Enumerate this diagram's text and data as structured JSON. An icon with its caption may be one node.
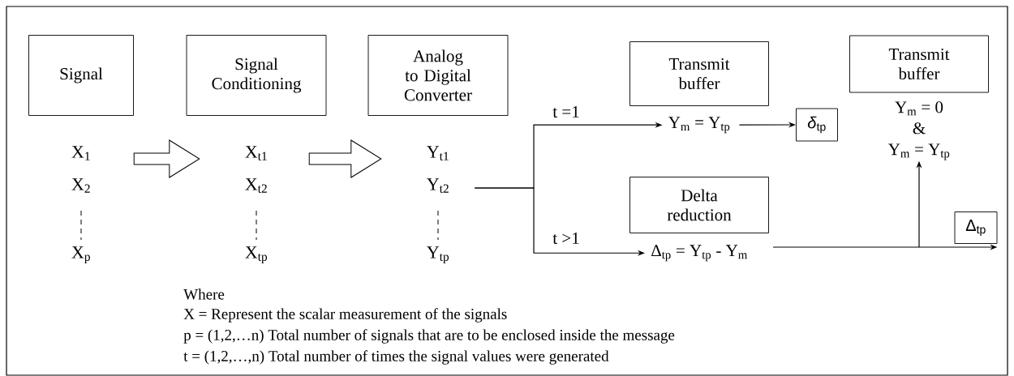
{
  "diagram": {
    "nodes": [
      {
        "text": [
          "Signal"
        ]
      },
      {
        "text": [
          "Signal Conditioning"
        ]
      },
      {
        "text": [
          "Analog to Digital Converter"
        ]
      },
      {
        "text": [
          "X$_{1}$",
          "X$_{2}$",
          "X$_{p}$"
        ]
      },
      {
        "text": [
          "X$_{t1}$",
          "X$_{t2}$",
          "X$_{tp}$"
        ]
      },
      {
        "text": [
          "Y$_{t1}$",
          "Y$_{t2}$",
          "Y$_{tp}$"
        ]
      },
      {
        "text": [
          "Transmit buffer"
        ],
        "beside": [
          "Y$_{m}$ = Y$_{tp}$"
        ]
      },
      {
        "text": [
          "*δ*$_{tp}$"
        ]
      },
      {
        "text": [
          "Delta reduction"
        ],
        "beside": [
          "Δ$_{tp}$ = Y$_{tp}$ - Y$_{m}$"
        ]
      },
      {
        "text": [
          "Transmit buffer"
        ],
        "beside": [
          "Y$_{m}$ = 0",
          "&",
          "Y$_{m}$ = Y$_{tp}$"
        ]
      },
      {
        "text": [
          "Δ$_{tp}$"
        ]
      }
    ],
    "edges": [
      {
        "from": 3,
        "to": 4,
        "arrow": "to"
      },
      {
        "from": 4,
        "to": 5,
        "arrow": "to"
      },
      {
        "from": 5,
        "to": 6,
        "arrow": "to",
        "label": "t =1"
      },
      {
        "from": 5,
        "to": 8,
        "arrow": "to",
        "label": "t >1"
      },
      {
        "from": 6,
        "to": 7,
        "arrow": "to"
      },
      {
        "from": 8,
        "to": 10,
        "arrow": "to"
      },
      {
        "from": null,
        "to": 9,
        "arrow": "to"
      }
    ],
    "labels": [
      "Where",
      "X = Represent the scalar measurement of the signals",
      "p = (1,2,…n) Total number of signals that are to be enclosed inside the message",
      "t = (1,2,…,n) Total number of times the signal values were generated"
    ]
  }
}
